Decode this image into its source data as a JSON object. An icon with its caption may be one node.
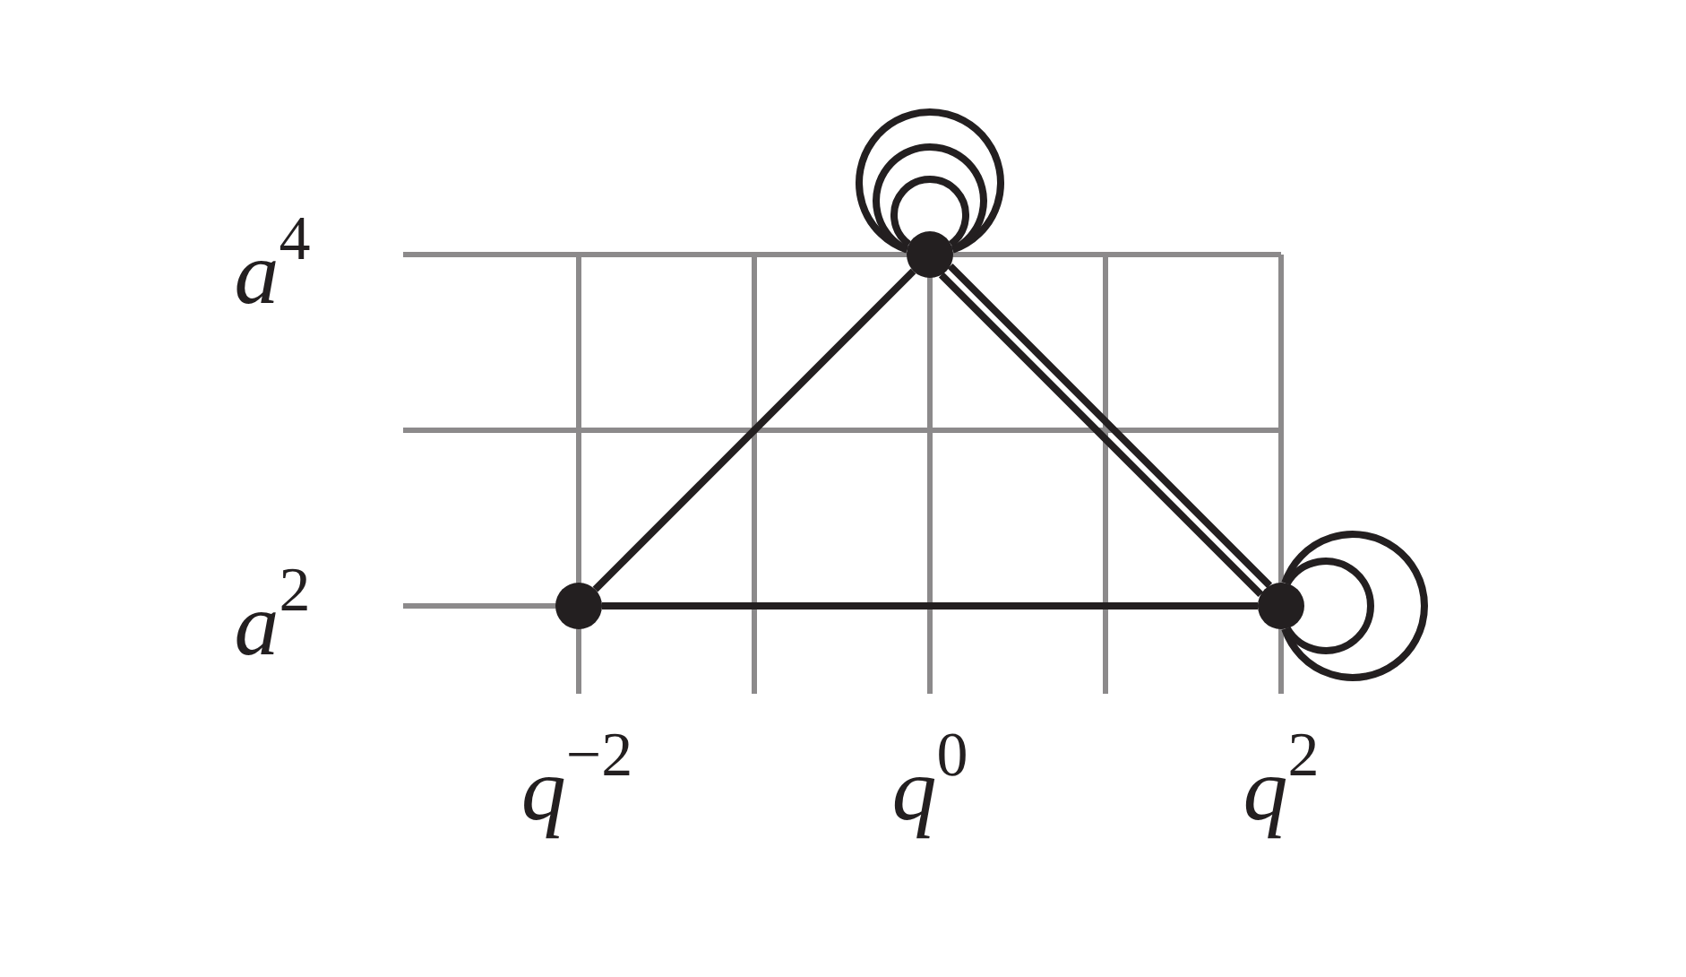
{
  "diagram": {
    "nodes": [
      {
        "text": [],
        "shape": "circle"
      },
      {
        "text": [],
        "shape": "circle"
      },
      {
        "text": [],
        "shape": "circle"
      }
    ],
    "edges": [
      {
        "from": 0,
        "to": 1,
        "arrow": "none"
      },
      {
        "from": 0,
        "to": 2,
        "arrow": "none"
      },
      {
        "from": 0,
        "to": 2,
        "arrow": "none"
      },
      {
        "from": 1,
        "to": 2,
        "arrow": "none"
      },
      {
        "from": 0,
        "to": 0,
        "arrow": "none"
      },
      {
        "from": 0,
        "to": 0,
        "arrow": "none"
      },
      {
        "from": 0,
        "to": 0,
        "arrow": "none"
      },
      {
        "from": 2,
        "to": 2,
        "arrow": "none"
      },
      {
        "from": 2,
        "to": 2,
        "arrow": "none"
      }
    ],
    "labels": [
      "*a*$^{4}$",
      "*a*$^{2}$",
      "*q*$^{−2}$",
      "*q*$^{0}$",
      "*q*$^{2}$"
    ]
  }
}
